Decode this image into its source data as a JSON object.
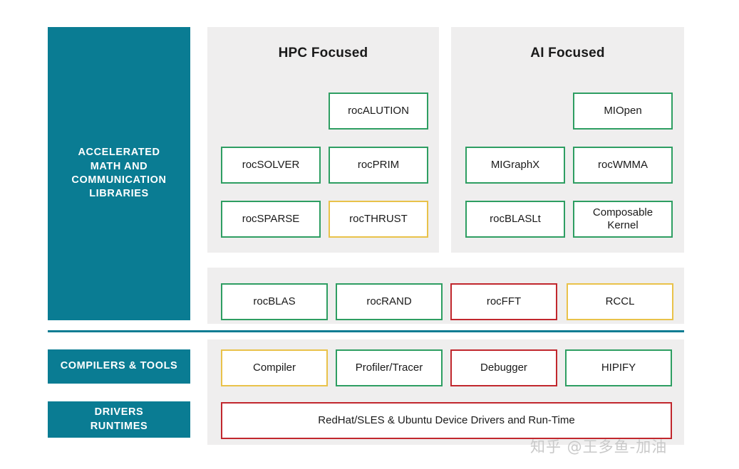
{
  "colors": {
    "teal": "#0a7c93",
    "panel_grey": "#efeeee",
    "green": "#2e9e62",
    "yellow": "#e9c24a",
    "red": "#c1272d",
    "page_background": "#ffffff"
  },
  "left_labels": {
    "accelerated": "ACCELERATED\nMATH AND\nCOMMUNICATION\nLIBRARIES",
    "accelerated_lines": [
      "ACCELERATED",
      "MATH AND",
      "COMMUNICATION",
      "LIBRARIES"
    ],
    "compilers": "COMPILERS & TOOLS",
    "drivers_lines": [
      "DRIVERS",
      "RUNTIMES"
    ]
  },
  "panels": {
    "hpc": {
      "title": "HPC Focused",
      "boxes": [
        {
          "label": "rocALUTION",
          "color": "green"
        },
        {
          "label": "rocSOLVER",
          "color": "green"
        },
        {
          "label": "rocPRIM",
          "color": "green"
        },
        {
          "label": "rocSPARSE",
          "color": "green"
        },
        {
          "label": "rocTHRUST",
          "color": "yellow"
        }
      ]
    },
    "ai": {
      "title": "AI Focused",
      "boxes": [
        {
          "label": "MIOpen",
          "color": "green"
        },
        {
          "label": "MIGraphX",
          "color": "green"
        },
        {
          "label": "rocWMMA",
          "color": "green"
        },
        {
          "label": "rocBLASLt",
          "color": "green"
        },
        {
          "label": "Composable Kernel",
          "color": "green",
          "lines": [
            "Composable",
            "Kernel"
          ]
        }
      ]
    },
    "middle": {
      "boxes": [
        {
          "label": "rocBLAS",
          "color": "green"
        },
        {
          "label": "rocRAND",
          "color": "green"
        },
        {
          "label": "rocFFT",
          "color": "red"
        },
        {
          "label": "RCCL",
          "color": "yellow"
        }
      ]
    },
    "tools": {
      "boxes": [
        {
          "label": "Compiler",
          "color": "yellow"
        },
        {
          "label": "Profiler/Tracer",
          "color": "green"
        },
        {
          "label": "Debugger",
          "color": "red"
        },
        {
          "label": "HIPIFY",
          "color": "green"
        }
      ]
    },
    "drivers": {
      "boxes": [
        {
          "label": "RedHat/SLES & Ubuntu Device Drivers and Run-Time",
          "color": "red"
        }
      ]
    }
  },
  "watermark": {
    "text": "知乎 @王多鱼-加油"
  }
}
